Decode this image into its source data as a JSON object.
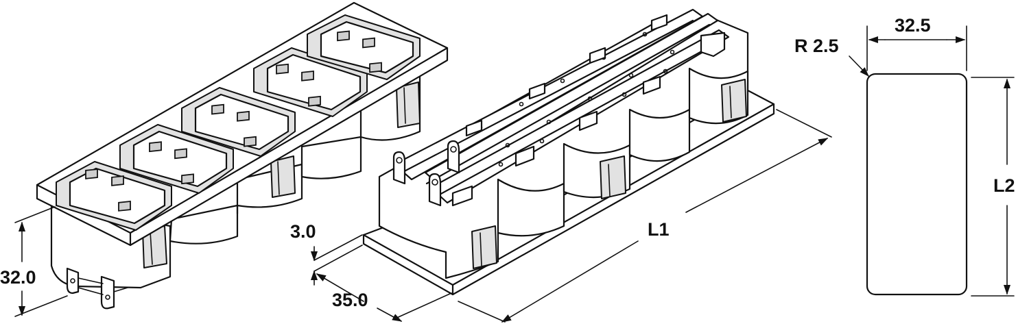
{
  "labels": {
    "dim_height": "32.0",
    "dim_depth": "35.0",
    "dim_flange": "3.0",
    "dim_length": "L1",
    "dim_cutout_width": "32.5",
    "dim_cutout_height": "L2",
    "dim_radius": "R 2.5"
  },
  "outlet_count": 5
}
